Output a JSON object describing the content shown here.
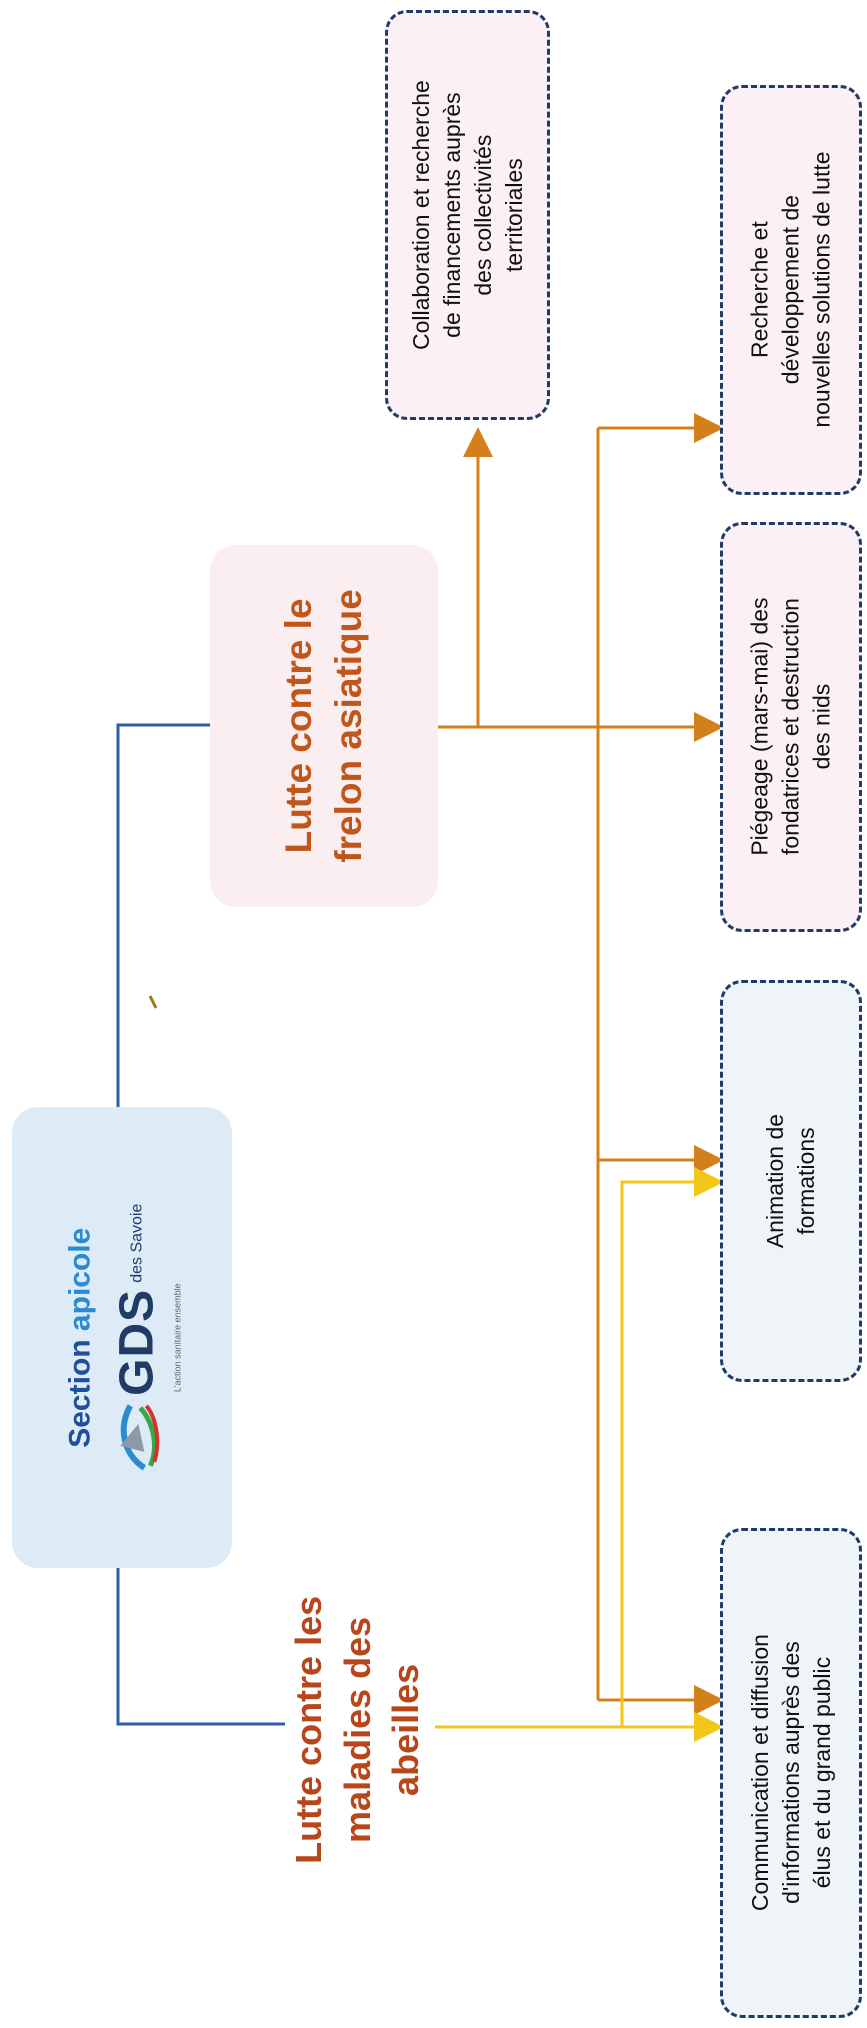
{
  "logo": {
    "title_a": "Section",
    "title_b": "apicole",
    "gds": "GDS",
    "savoie": "des Savoie",
    "tagline": "L'action sanitaire ensemble"
  },
  "nodes": {
    "frelon": [
      "Lutte contre le",
      "frelon asiatique"
    ],
    "maladies": [
      "Lutte contre les",
      "maladies des",
      "abeilles"
    ]
  },
  "actions": {
    "collaboration": [
      "Collaboration et recherche",
      "de financements auprès",
      "des collectivités",
      "territoriales"
    ],
    "recherche": [
      "Recherche et",
      "développement de",
      "nouvelles solutions de lutte"
    ],
    "piegeage": [
      "Piégeage (mars-mai) des",
      "fondatrices et destruction",
      "des nids"
    ],
    "animation": [
      "Animation de",
      "formations"
    ],
    "communication": [
      "Communication et diffusion",
      "d'informations auprès des",
      "élus et du grand public"
    ]
  },
  "colors": {
    "blue_line": "#2a5ea8",
    "orange_line": "#d4801a",
    "yellow_line": "#f2c718",
    "heading": "#c0561a",
    "leaf_border": "#1f3b66"
  }
}
